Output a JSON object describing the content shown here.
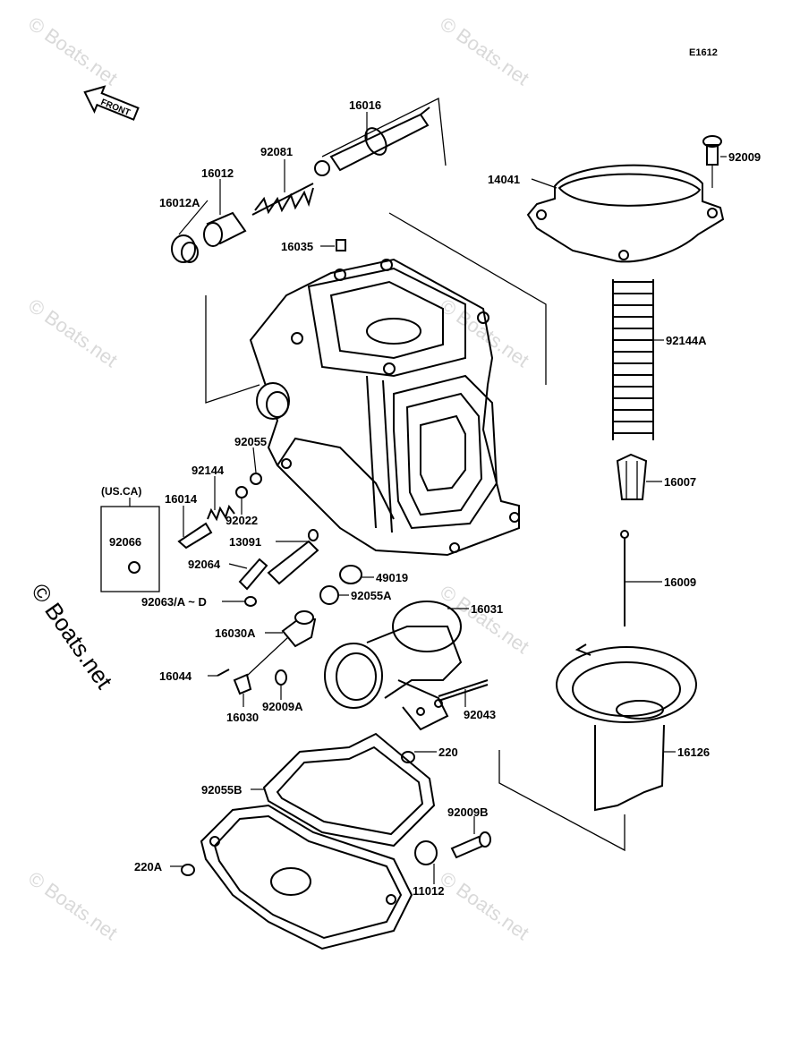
{
  "diagram_code": "E1612",
  "front_arrow_text": "FRONT",
  "watermark_text": "© Boats.net",
  "sidebox_header": "(US.CA)",
  "parts": [
    {
      "id": "p16016",
      "label": "16016"
    },
    {
      "id": "p92081",
      "label": "92081"
    },
    {
      "id": "p16012",
      "label": "16012"
    },
    {
      "id": "p16012A",
      "label": "16012A"
    },
    {
      "id": "p16035",
      "label": "16035"
    },
    {
      "id": "p14041",
      "label": "14041"
    },
    {
      "id": "p92009",
      "label": "92009"
    },
    {
      "id": "p92144A",
      "label": "92144A"
    },
    {
      "id": "p16007",
      "label": "16007"
    },
    {
      "id": "p16009",
      "label": "16009"
    },
    {
      "id": "p92055",
      "label": "92055"
    },
    {
      "id": "p92144",
      "label": "92144"
    },
    {
      "id": "p16014",
      "label": "16014"
    },
    {
      "id": "p92022",
      "label": "92022"
    },
    {
      "id": "p92066",
      "label": "92066"
    },
    {
      "id": "p13091",
      "label": "13091"
    },
    {
      "id": "p92064",
      "label": "92064"
    },
    {
      "id": "p49019",
      "label": "49019"
    },
    {
      "id": "p92063",
      "label": "92063/A ~ D"
    },
    {
      "id": "p92055A",
      "label": "92055A"
    },
    {
      "id": "p16031",
      "label": "16031"
    },
    {
      "id": "p16030A",
      "label": "16030A"
    },
    {
      "id": "p16044",
      "label": "16044"
    },
    {
      "id": "p16030",
      "label": "16030"
    },
    {
      "id": "p92009A",
      "label": "92009A"
    },
    {
      "id": "p92043",
      "label": "92043"
    },
    {
      "id": "p220",
      "label": "220"
    },
    {
      "id": "p16126",
      "label": "16126"
    },
    {
      "id": "p92055B",
      "label": "92055B"
    },
    {
      "id": "p92009B",
      "label": "92009B"
    },
    {
      "id": "p220A",
      "label": "220A"
    },
    {
      "id": "p11012",
      "label": "11012"
    }
  ]
}
